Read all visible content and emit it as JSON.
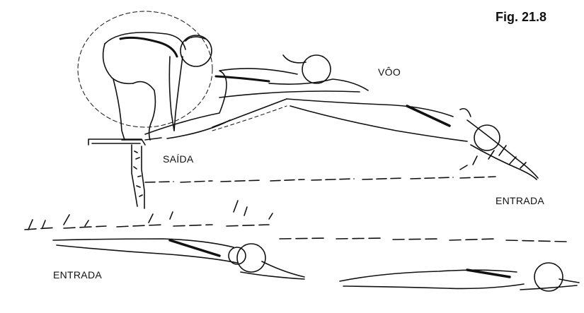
{
  "figure": {
    "number": "Fig.  21.8",
    "labels": {
      "start": "SAÍDA",
      "flight": "VÔO",
      "entry_right": "ENTRADA",
      "entry_left": "ENTRADA"
    }
  },
  "icons": [
    "swimmer-crouch-icon",
    "swimmer-flight-icon",
    "swimmer-dive-entry-icon",
    "swimmer-glide-icon",
    "starting-block-icon",
    "water-line-icon"
  ],
  "colors": {
    "ink": "#111111",
    "paper": "#ffffff"
  }
}
